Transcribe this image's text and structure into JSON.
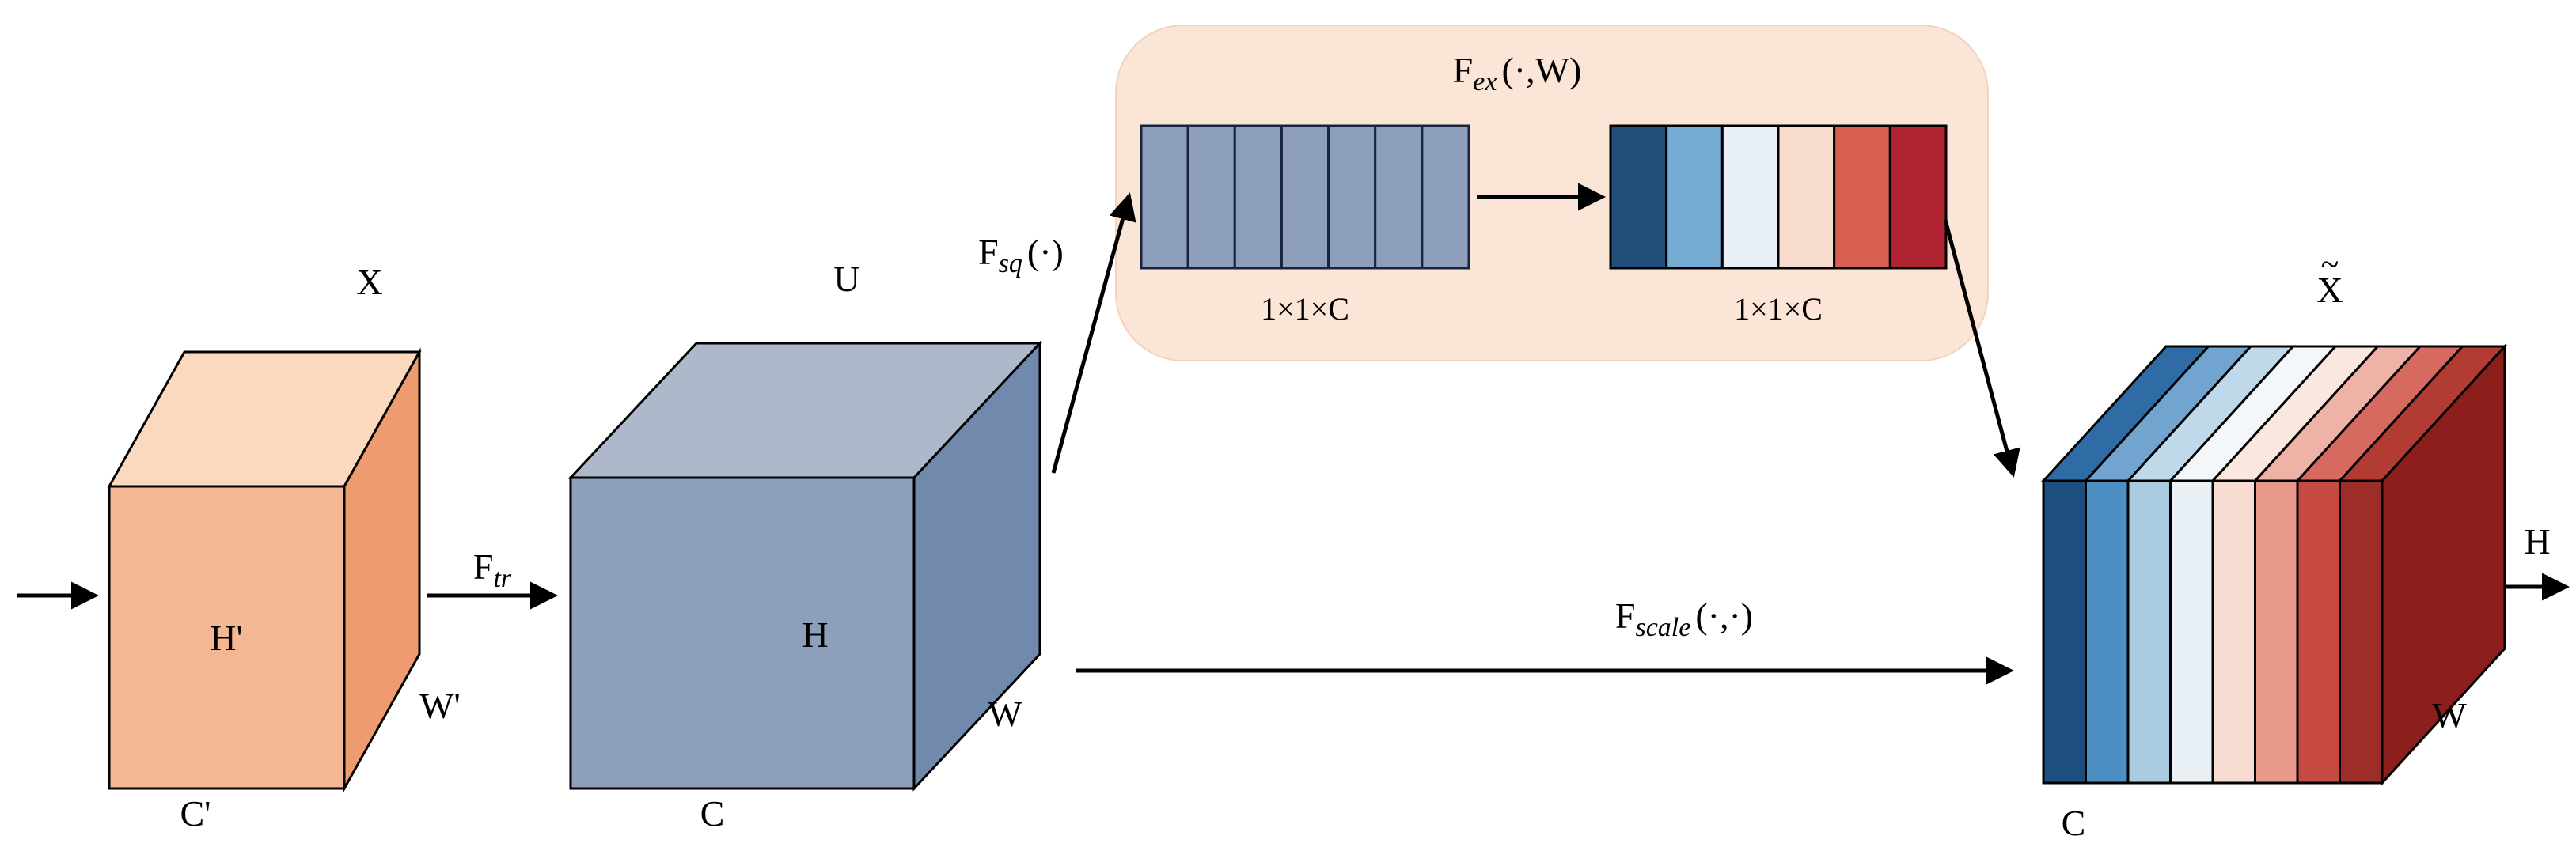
{
  "figure": {
    "labels": {
      "input_cube": {
        "title": "X",
        "height": "H'",
        "width": "W'",
        "channels": "C'"
      },
      "transform_cube": {
        "title": "U",
        "height": "H",
        "width": "W",
        "channels": "C"
      },
      "output_cube": {
        "title": "X",
        "tilde": "~",
        "width": "W",
        "channels": "C",
        "height_out": "H"
      },
      "fn_f": "F",
      "fn_tr_sub": "tr",
      "fn_sq_sub": "sq",
      "fn_sq_args": "(·)",
      "fn_ex_sub": "ex",
      "fn_ex_args": "(·,W)",
      "fn_scale_sub": "scale",
      "fn_scale_args": "(·,·)",
      "bars1_dim": "1×1×C",
      "bars2_dim": "1×1×C"
    },
    "colors": {
      "input_cube_front": "#F5B693",
      "input_cube_top": "#FAD9BE",
      "input_cube_side": "#EF9B70",
      "transform_cube_front": "#8E9FBC",
      "transform_cube_top": "#ADB9CB",
      "transform_cube_side": "#7089AD",
      "panel_bg": "#FBE5D6",
      "arrow": "#000000"
    },
    "squeeze_panel": {
      "bars1": {
        "count": 7,
        "fill": "#8E9FBC",
        "stroke": "#16243E"
      },
      "bars2": {
        "colors": [
          "#1F4E79",
          "#76ABD3",
          "#E9F0F5",
          "#F8DCCE",
          "#D96050",
          "#AF2330"
        ]
      }
    },
    "output_cube": {
      "front_colors": [
        "#1C4E80",
        "#4D8EC3",
        "#A9CCE3",
        "#EAF1F6",
        "#F6DCD1",
        "#E8998A",
        "#C64A41",
        "#9E2D28"
      ],
      "top_colors": [
        "#2F6BA5",
        "#71A5CF",
        "#BFD9EA",
        "#F3F7FA",
        "#FAE8E0",
        "#EFB2A6",
        "#D66A60",
        "#B23B34"
      ],
      "side_color": "#8C1F1B"
    }
  }
}
